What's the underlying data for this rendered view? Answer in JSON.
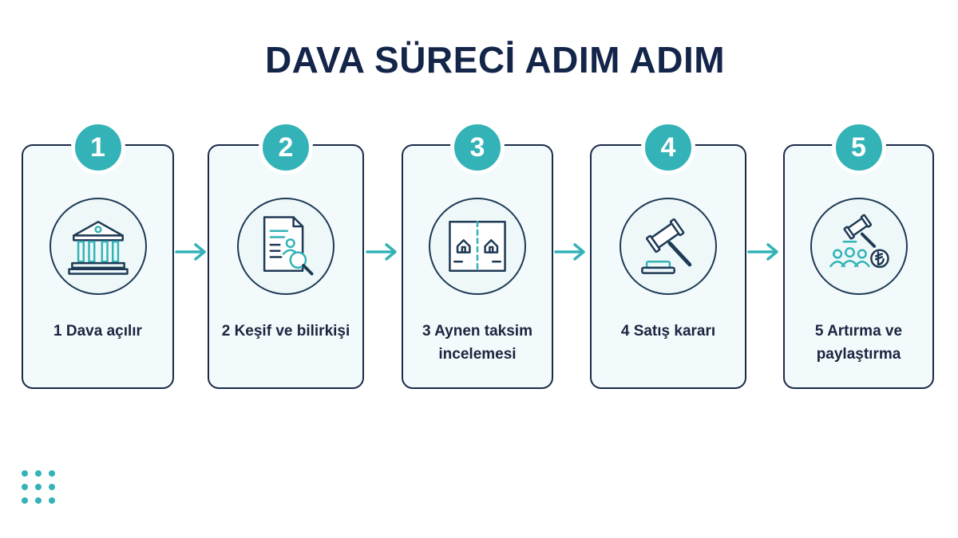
{
  "title": "DAVA SÜRECİ ADIM ADIM",
  "steps": [
    {
      "number": "1",
      "label": "1 Dava açılır",
      "icon": "courthouse-icon"
    },
    {
      "number": "2",
      "label": "2 Keşif ve bilirkişi",
      "icon": "document-search-icon"
    },
    {
      "number": "3",
      "label": "3 Aynen taksim incelemesi",
      "icon": "land-division-icon"
    },
    {
      "number": "4",
      "label": "4 Satış kararı",
      "icon": "gavel-icon"
    },
    {
      "number": "5",
      "label": "5 Artırma ve paylaştırma",
      "icon": "auction-share-icon"
    }
  ],
  "colors": {
    "accent": "#33b3b7",
    "navy": "#14254a",
    "card_bg": "#f3fafb"
  }
}
